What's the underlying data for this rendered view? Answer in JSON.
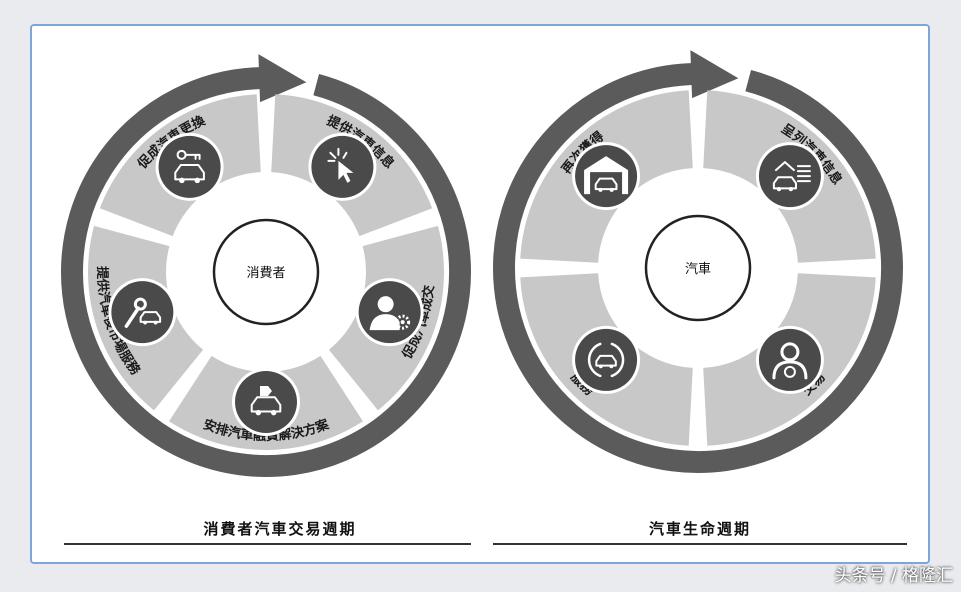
{
  "left_cycle": {
    "center": "消費者",
    "caption": "消費者汽車交易週期",
    "segments": [
      {
        "label": "提供汽車信息",
        "icon": "cursor-click-icon"
      },
      {
        "label": "促成汽車成交",
        "icon": "person-gear-icon"
      },
      {
        "label": "安排汽車融資解決方案",
        "icon": "car-tag-icon"
      },
      {
        "label": "提供汽車後市場服務",
        "icon": "wrench-car-icon"
      },
      {
        "label": "促成汽車更換",
        "icon": "car-key-icon"
      }
    ]
  },
  "right_cycle": {
    "center": "汽車",
    "caption": "汽車生命週期",
    "segments": [
      {
        "label": "呈列汽車信息",
        "icon": "car-info-icon"
      },
      {
        "label": "交易",
        "icon": "driver-icon"
      },
      {
        "label": "服務",
        "icon": "car-refresh-icon"
      },
      {
        "label": "再次獲得",
        "icon": "garage-icon"
      }
    ]
  },
  "watermark": "头条号 / 格隆汇",
  "colors": {
    "ring": "#5b5b5b",
    "segment": "#c8c8c8",
    "icon_bg": "#4a4a4a",
    "frame": "#7ea6d8"
  }
}
